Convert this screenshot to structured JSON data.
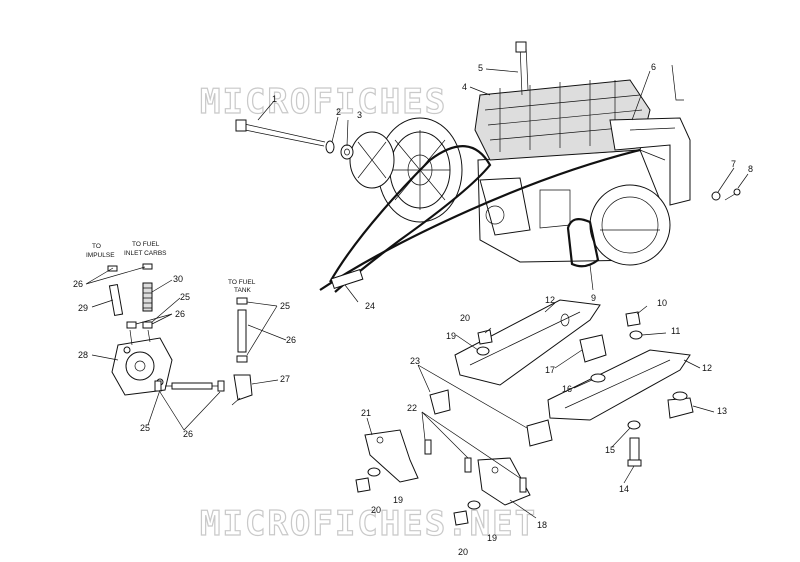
{
  "watermarks": [
    "MICROFICHES",
    "MICROFICHES.NET"
  ],
  "notes": {
    "to_impulse_1": "TO",
    "to_impulse_2": "IMPULSE",
    "to_carbs_1": "TO FUEL",
    "to_carbs_2": "INLET CARBS",
    "to_tank_1": "TO FUEL",
    "to_tank_2": "TANK"
  },
  "callouts": {
    "c1": "1",
    "c2": "2",
    "c3": "3",
    "c4": "4",
    "c5": "5",
    "c6": "6",
    "c7": "7",
    "c8": "8",
    "c9": "9",
    "c10": "10",
    "c11": "11",
    "c12a": "12",
    "c12b": "12",
    "c13": "13",
    "c14": "14",
    "c15": "15",
    "c16": "16",
    "c17": "17",
    "c18": "18",
    "c19a": "19",
    "c19b": "19",
    "c19c": "19",
    "c20a": "20",
    "c20b": "20",
    "c20c": "20",
    "c21": "21",
    "c22": "22",
    "c23": "23",
    "c24": "24",
    "c25a": "25",
    "c25b": "25",
    "c25c": "25",
    "c26a": "26",
    "c26b": "26",
    "c26c": "26",
    "c26d": "26",
    "c27": "27",
    "c28": "28",
    "c29": "29",
    "c30": "30"
  }
}
